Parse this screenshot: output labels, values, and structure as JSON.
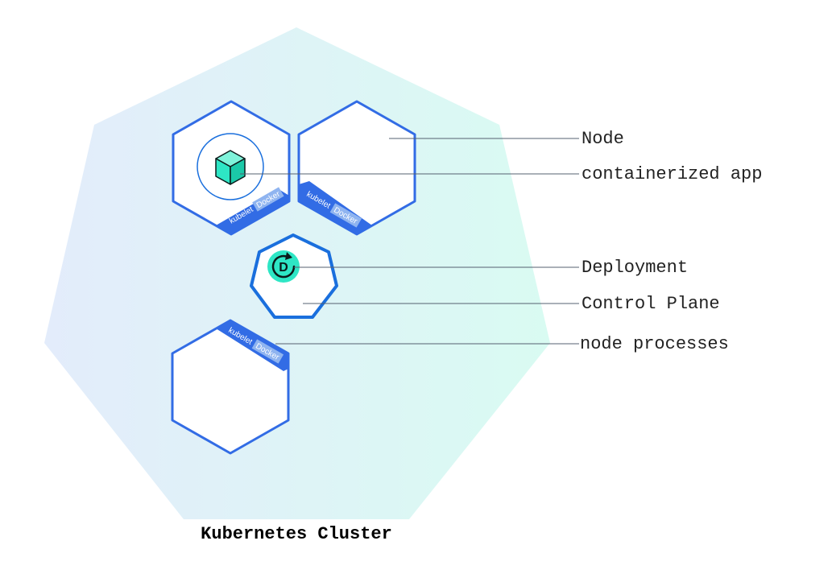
{
  "diagram": {
    "title": "Kubernetes Cluster",
    "callouts": {
      "node": "Node",
      "containerized_app": "containerized app",
      "deployment": "Deployment",
      "control_plane": "Control Plane",
      "node_processes": "node processes"
    },
    "node_badges": {
      "kubelet": "kubelet",
      "docker": "Docker"
    },
    "deployment_glyph": "D",
    "colors": {
      "node_border": "#326ce5",
      "control_plane_border": "#1a6fdd",
      "accent_teal": "#2ee6c5",
      "cluster_gradient_start": "#e3ecfb",
      "cluster_gradient_end": "#d9fbf2",
      "leader_line": "#556070"
    }
  }
}
